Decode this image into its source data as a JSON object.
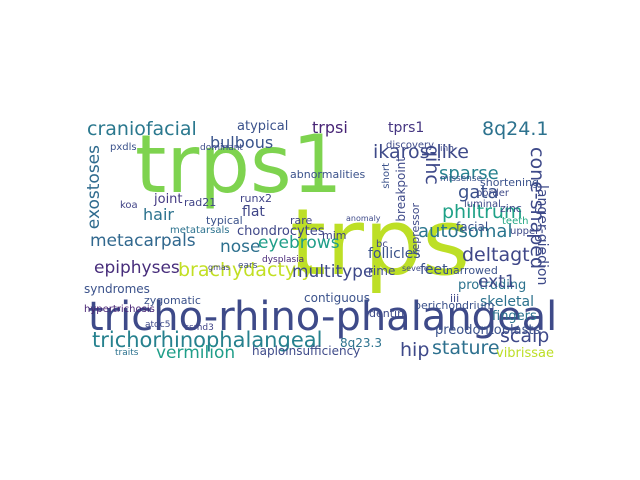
{
  "words": {
    "trps1": "trps1",
    "trps": "trps",
    "tricho_rhino_phalangeal": "tricho-rhino-phalangeal",
    "trichorhinophalangeal": "trichorhinophalangeal",
    "craniofacial": "craniofacial",
    "exostoses": "exostoses",
    "metacarpals": "metacarpals",
    "epiphyses": "epiphyses",
    "bulbous": "bulbous",
    "hair": "hair",
    "trpsi": "trpsi",
    "atypical": "atypical",
    "tprs1": "tprs1",
    "q8q24_1": "8q24.1",
    "qihc": "qihc",
    "ikaros_like": "ikaros-like",
    "sparse": "sparse",
    "gata": "gata",
    "cone_shaped": "cone-shaped",
    "philtrum": "philtrum",
    "autosomal": "autosomal",
    "deltagt": "deltagt",
    "langer_giedion": "langer-giedion",
    "nose": "nose",
    "eyebrows": "eyebrows",
    "brachydactyly": "brachydactyly",
    "multitype": "multitype",
    "hip": "hip",
    "stature": "stature",
    "scalp": "scalp",
    "ext1": "ext1",
    "vermilion": "vermilion",
    "q8q23_3": "8q23.3",
    "haploinsufficiency": "haploinsufficiency",
    "vibrissae": "vibrissae",
    "chondrocytes": "chondrocytes",
    "joint": "joint",
    "rad21": "rad21",
    "flat": "flat",
    "runx2": "runx2",
    "rare": "rare",
    "syndromes": "syndromes",
    "atdc5": "atdc5",
    "csmd3": "csmd3",
    "zygomatic": "zygomatic",
    "hypertrichosis": "hypertrichosis",
    "metatarsals": "metatarsals",
    "koa": "koa",
    "follicles": "follicles",
    "rime": "rime",
    "feet": "feet",
    "narrowed": "narrowed",
    "perichondrium": "perichondrium",
    "dentin": "dentin",
    "contiguous": "contiguous",
    "iii": "iii",
    "skeletal": "skeletal",
    "protruding": "protruding",
    "fingers": "fingers",
    "preodontoblasts": "preodontoblasts",
    "teeth": "teeth",
    "facial": "facial",
    "upper": "upper",
    "zinc": "zinc",
    "shortening": "shortening",
    "border": "border",
    "luminal": "luminal",
    "breakpoint": "breakpoint",
    "repressor": "repressor",
    "missense": "missense",
    "short": "short",
    "discovery": "discovery",
    "typical": "typical",
    "dominant": "dominant",
    "pxdls": "pxdls",
    "abnormalities": "abnormalities",
    "dysplasia": "dysplasia",
    "mim": "mim",
    "bc": "bc",
    "ears": "ears",
    "gmas": "gmas",
    "inh": "inh",
    "traits": "traits",
    "anomaly": "anomaly",
    "severe": "severe"
  }
}
